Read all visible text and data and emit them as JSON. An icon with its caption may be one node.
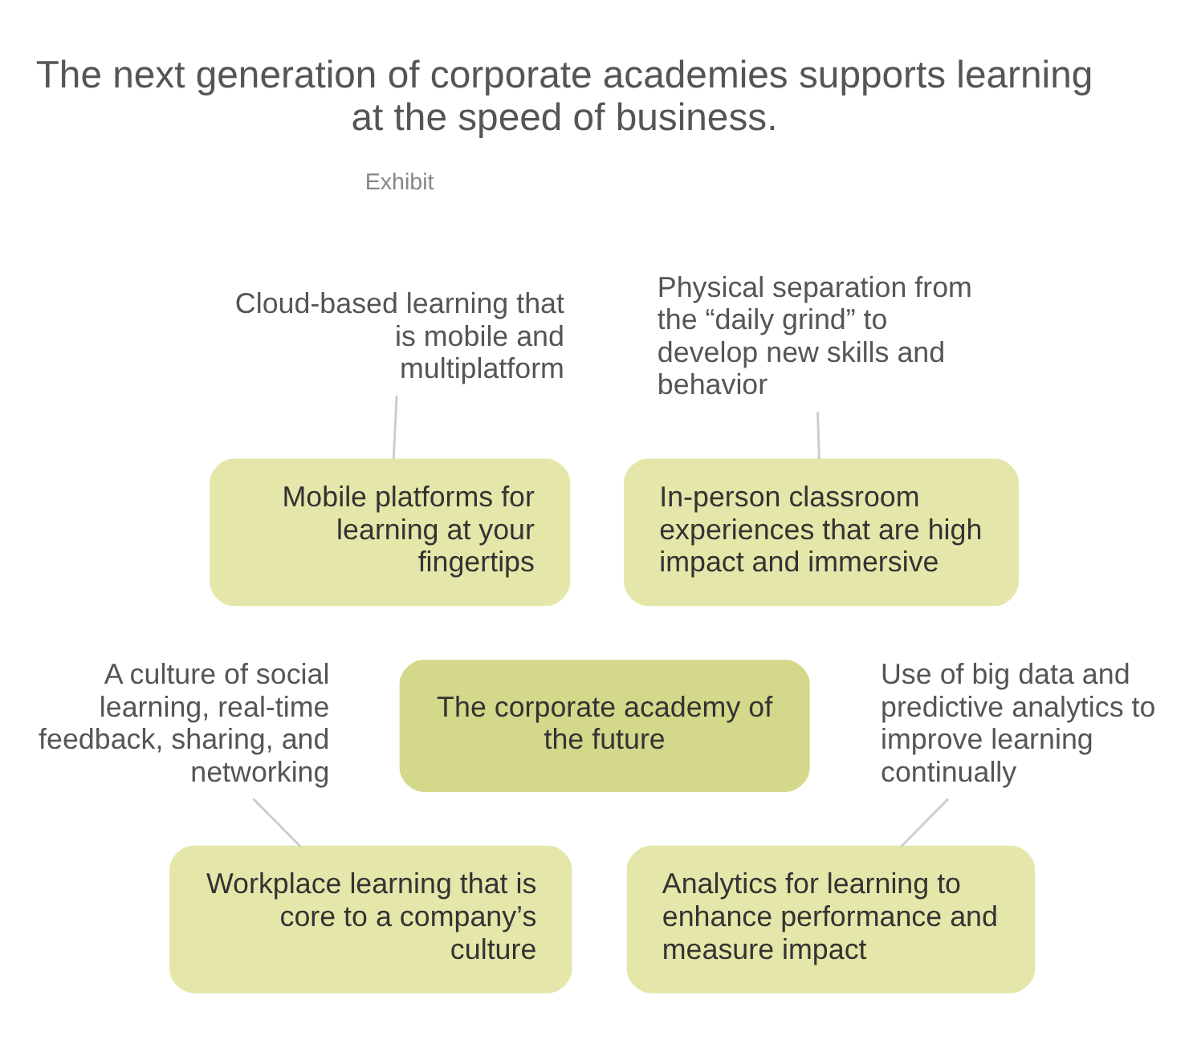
{
  "diagram": {
    "title": "The next generation of corporate academies supports learning at the speed of business.",
    "nodes": [
      {
        "text": [
          "Cloud-based learning that is mobile and multiplatform"
        ]
      },
      {
        "text": [
          "Physical separation from the “daily grind” to develop new skills and behavior"
        ]
      },
      {
        "text": [
          "Mobile platforms for learning at your fingertips"
        ]
      },
      {
        "text": [
          "In-person classroom experiences that are high impact and immersive"
        ]
      },
      {
        "text": [
          "The corporate academy of the future"
        ]
      },
      {
        "text": [
          "Workplace learning that is core to a company’s culture"
        ]
      },
      {
        "text": [
          "Analytics for learning to enhance performance and measure impact"
        ]
      },
      {
        "text": [
          "A culture of social learning, real-time feedback, sharing, and networking"
        ]
      },
      {
        "text": [
          "Use of big data and predictive analytics to improve learning continually"
        ]
      }
    ],
    "edges": [
      {
        "from": 0,
        "to": 2,
        "arrow": "none"
      },
      {
        "from": 1,
        "to": 3,
        "arrow": "none"
      },
      {
        "from": 7,
        "to": 5,
        "arrow": "none"
      },
      {
        "from": 8,
        "to": 6,
        "arrow": "none"
      }
    ],
    "labels": [
      "Exhibit"
    ]
  }
}
